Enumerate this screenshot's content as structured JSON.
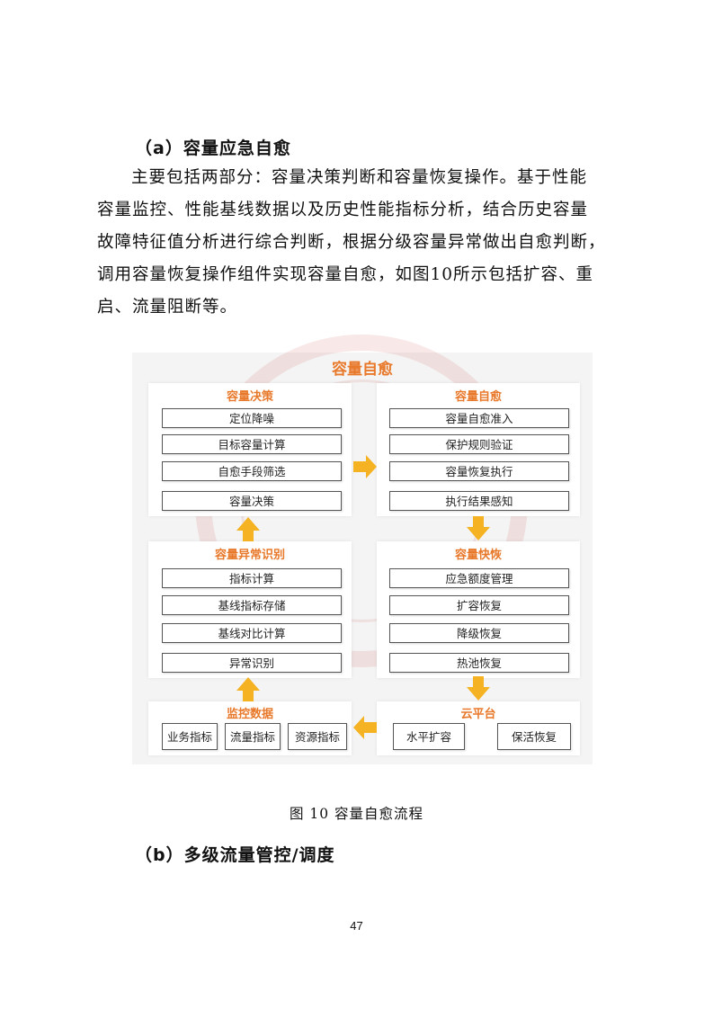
{
  "section_a": {
    "heading": "（a）容量应急自愈"
  },
  "paragraph": {
    "lines": [
      "主要包括两部分：容量决策判断和容量恢复操作。基于性能",
      "容量监控、性能基线数据以及历史性能指标分析，结合历史容量",
      "故障特征值分析进行综合判断，根据分级容量异常做出自愈判断，",
      "调用容量恢复操作组件实现容量自愈，如图10所示包括扩容、重",
      "启、流量阻断等。"
    ]
  },
  "figure": {
    "title": "容量自愈",
    "colors": {
      "accent": "#e8782a",
      "arrow": "#f5b323"
    },
    "panels": {
      "decision": {
        "title": "容量决策",
        "items": [
          "定位降噪",
          "目标容量计算",
          "自愈手段筛选",
          "容量决策"
        ]
      },
      "selfheal": {
        "title": "容量自愈",
        "items": [
          "容量自愈准入",
          "保护规则验证",
          "容量恢复执行",
          "执行结果感知"
        ]
      },
      "anomaly": {
        "title": "容量异常识别",
        "items": [
          "指标计算",
          "基线指标存储",
          "基线对比计算",
          "异常识别"
        ]
      },
      "recovery": {
        "title": "容量快恢",
        "items": [
          "应急额度管理",
          "扩容恢复",
          "降级恢复",
          "热池恢复"
        ]
      },
      "monitor": {
        "title": "监控数据",
        "items": [
          "业务指标",
          "流量指标",
          "资源指标"
        ]
      },
      "cloud": {
        "title": "云平台",
        "items": [
          "水平扩容",
          "保活恢复"
        ]
      }
    }
  },
  "caption": "图 10 容量自愈流程",
  "section_b": {
    "heading": "（b）多级流量管控/调度"
  },
  "page_number": "47"
}
